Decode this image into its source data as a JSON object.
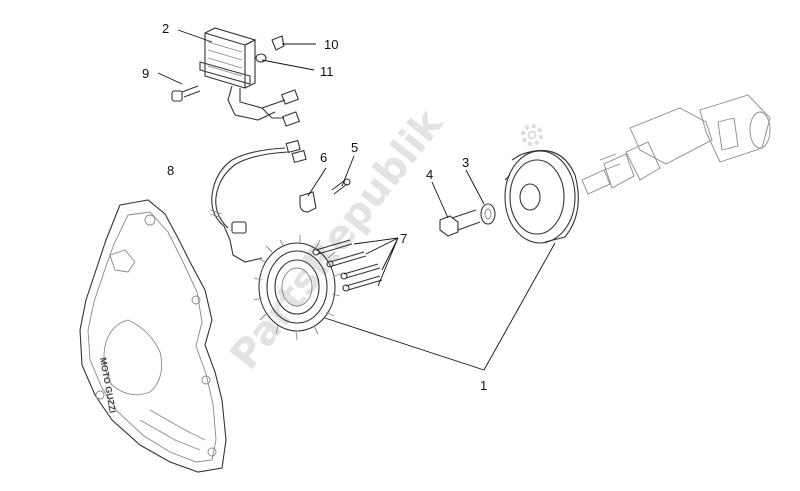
{
  "diagram": {
    "callouts": {
      "regulator": "2",
      "screw_regulator": "9",
      "clip": "10",
      "washer_small": "11",
      "cover_ref": "8",
      "cable_clamp": "6",
      "screw_small": "5",
      "nut": "4",
      "washer": "3",
      "stator_screws": "7",
      "alternator_assembly": "1"
    },
    "cover_logo_text": "MOTO GUZZI",
    "watermark": {
      "text": "PartsRepublik",
      "icon": "gear-icon"
    },
    "colors": {
      "line": "#333333",
      "watermark": "#e3e3e3"
    }
  }
}
